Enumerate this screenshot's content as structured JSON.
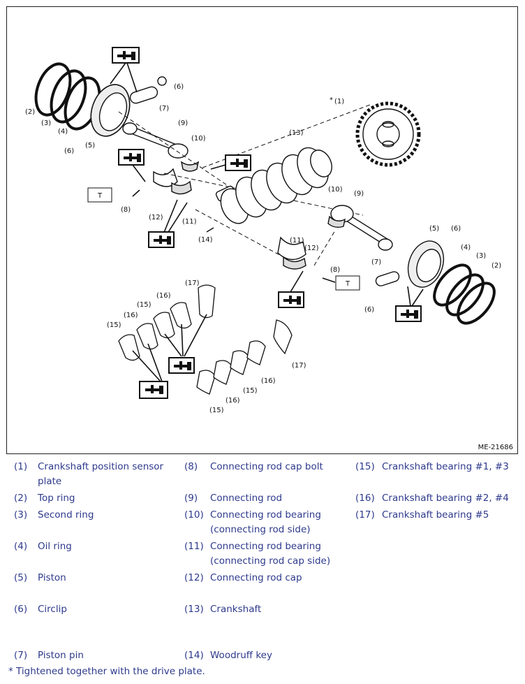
{
  "figure": {
    "id": "ME-21686",
    "tool_symbol": "T",
    "callouts": [
      {
        "text": "(1)",
        "prefix": "*"
      },
      {
        "text": "(2)"
      },
      {
        "text": "(3)"
      },
      {
        "text": "(4)"
      },
      {
        "text": "(5)"
      },
      {
        "text": "(6)"
      },
      {
        "text": "(7)"
      },
      {
        "text": "(8)"
      },
      {
        "text": "(9)"
      },
      {
        "text": "(10)"
      },
      {
        "text": "(11)"
      },
      {
        "text": "(12)"
      },
      {
        "text": "(13)"
      },
      {
        "text": "(14)"
      },
      {
        "text": "(15)"
      },
      {
        "text": "(16)"
      },
      {
        "text": "(17)"
      }
    ]
  },
  "legend": [
    {
      "num": "(1)",
      "text": "Crankshaft position sensor plate"
    },
    {
      "num": "(2)",
      "text": "Top ring"
    },
    {
      "num": "(3)",
      "text": "Second ring"
    },
    {
      "num": "(4)",
      "text": "Oil ring"
    },
    {
      "num": "(5)",
      "text": "Piston"
    },
    {
      "num": "(6)",
      "text": "Circlip"
    },
    {
      "num": "(7)",
      "text": "Piston pin"
    },
    {
      "num": "(8)",
      "text": "Connecting rod cap bolt"
    },
    {
      "num": "(9)",
      "text": "Connecting rod"
    },
    {
      "num": "(10)",
      "text": "Connecting rod bearing (connecting rod side)"
    },
    {
      "num": "(11)",
      "text": "Connecting rod bearing (connecting rod cap side)"
    },
    {
      "num": "(12)",
      "text": "Connecting rod cap"
    },
    {
      "num": "(13)",
      "text": "Crankshaft"
    },
    {
      "num": "(14)",
      "text": "Woodruff key"
    },
    {
      "num": "(15)",
      "text": "Crankshaft bearing #1, #3"
    },
    {
      "num": "(16)",
      "text": "Crankshaft bearing #2, #4"
    },
    {
      "num": "(17)",
      "text": "Crankshaft bearing #5"
    }
  ],
  "footnote": "* Tightened together with the drive plate."
}
